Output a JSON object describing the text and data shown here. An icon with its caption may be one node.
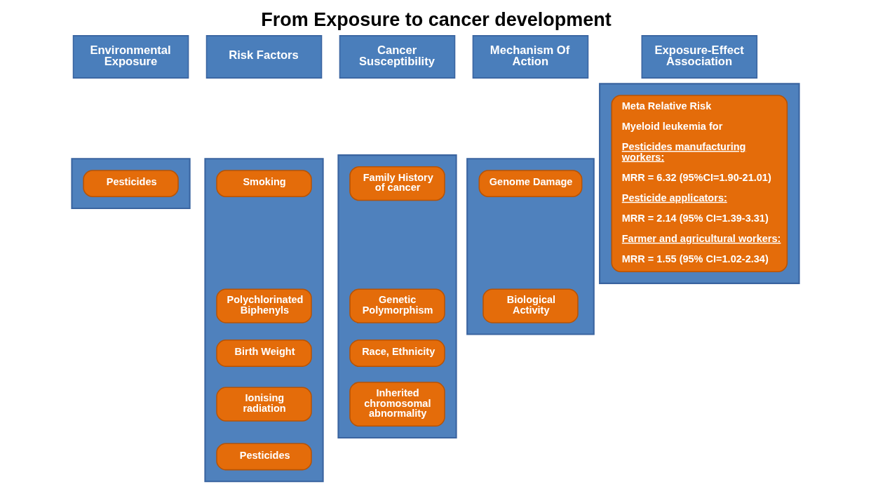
{
  "diagram": {
    "title": "From Exposure to cancer development",
    "nodes": [
      {
        "text": [
          "Environmental Exposure"
        ]
      },
      {
        "text": [
          "Risk Factors"
        ]
      },
      {
        "text": [
          "Cancer Susceptibility"
        ]
      },
      {
        "text": [
          "Mechanism Of Action"
        ]
      },
      {
        "text": [
          "Exposure-Effect Association"
        ]
      },
      {
        "text": [],
        "shape": "box"
      },
      {
        "text": [
          "Pesticides"
        ],
        "in": 5
      },
      {
        "text": [],
        "shape": "box"
      },
      {
        "text": [
          "Smoking"
        ],
        "in": 7
      },
      {
        "text": [
          "Polychlorinated Biphenyls"
        ],
        "in": 7
      },
      {
        "text": [
          "Birth Weight"
        ],
        "in": 7
      },
      {
        "text": [
          "Ionising radiation"
        ],
        "in": 7
      },
      {
        "text": [
          "Pesticides"
        ],
        "in": 7
      },
      {
        "text": [],
        "shape": "box"
      },
      {
        "text": [
          "Family History of cancer"
        ],
        "in": 13
      },
      {
        "text": [
          "Genetic Polymorphism"
        ],
        "in": 13
      },
      {
        "text": [
          "Race, Ethnicity"
        ],
        "in": 13
      },
      {
        "text": [
          "Inherited chromosomal abnormality"
        ],
        "in": 13
      },
      {
        "text": [],
        "shape": "box"
      },
      {
        "text": [
          "Genome Damage"
        ],
        "in": 18
      },
      {
        "text": [
          "Biological Activity"
        ],
        "in": 18
      },
      {
        "text": [],
        "shape": "box"
      },
      {
        "text": [
          "Meta Relative Risk",
          "Myeloid leukemia for",
          "Pesticides manufacturing workers:",
          "MRR = 6.32 (95%CI=1.90-21.01)",
          "Pesticide applicators:",
          "MRR = 2.14 (95% CI=1.39-3.31)",
          "Farmer and agricultural workers:",
          "MRR = 1.55 (95% CI=1.02-2.34)"
        ],
        "in": 21
      }
    ]
  }
}
